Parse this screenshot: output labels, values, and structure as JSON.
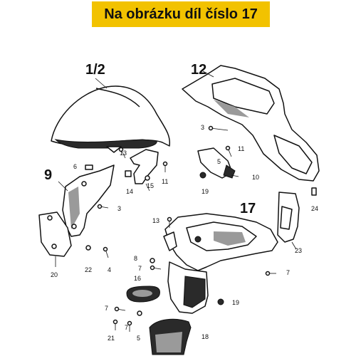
{
  "banner": {
    "text": "Na obrázku díl číslo 17",
    "color": "#f2c200"
  },
  "callouts": {
    "main": [
      "1/2",
      "12",
      "9",
      "17"
    ],
    "small": [
      "3",
      "11",
      "13",
      "14",
      "15",
      "11",
      "6",
      "10",
      "19",
      "5",
      "3",
      "24",
      "13",
      "23",
      "20",
      "22",
      "4",
      "8",
      "7",
      "7",
      "16",
      "7",
      "19",
      "7",
      "21",
      "5",
      "18"
    ]
  }
}
